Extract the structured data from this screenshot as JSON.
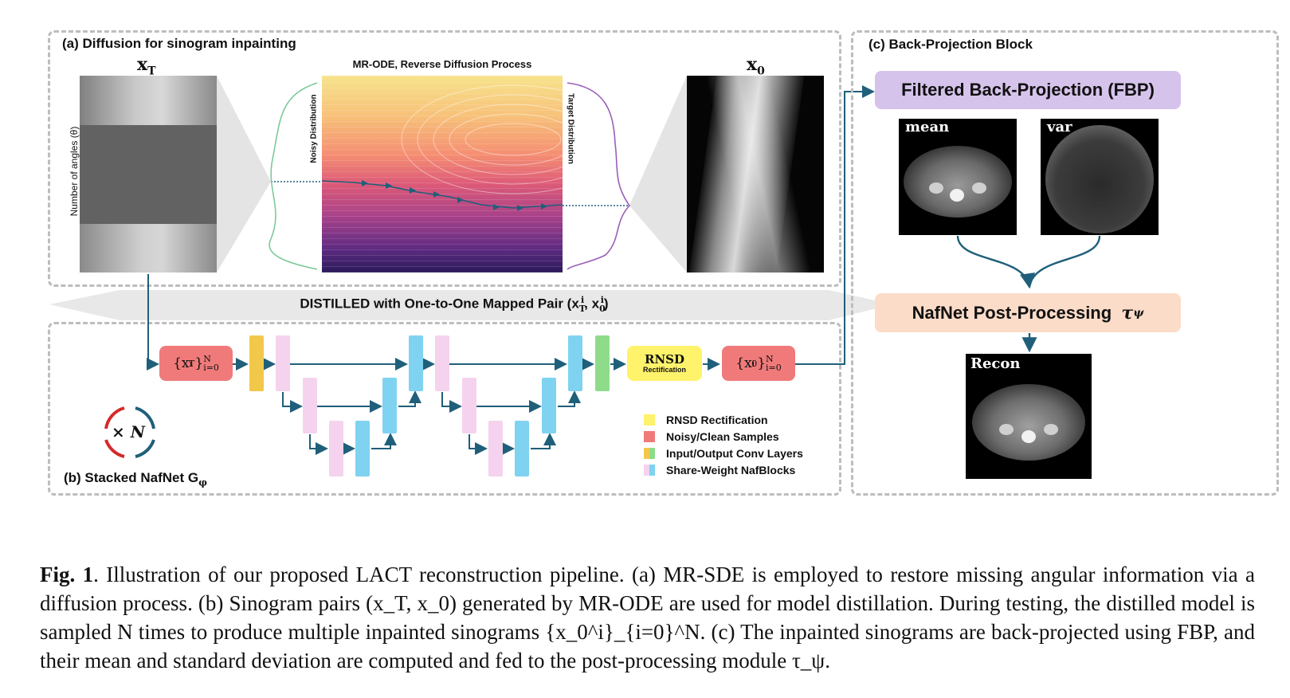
{
  "panel_a": {
    "title": "(a) Diffusion for sinogram inpainting",
    "xt_label": "x",
    "xt_sub": "T",
    "x0_label": "x",
    "x0_sub": "0",
    "ode_title": "MR-ODE, Reverse Diffusion Process",
    "y_axis_label": "Number of angles (θ)",
    "noisy_label": "Noisy Distribution",
    "target_label": "Target Distribution"
  },
  "distilled": {
    "text": "DISTILLED with One-to-One Mapped Pair (x",
    "sub1": "T",
    "sup1": "i",
    "mid": ", x",
    "sub2": "0",
    "sup2": "i",
    "end": ")"
  },
  "panel_b": {
    "title": "(b) Stacked NafNet G",
    "title_sub": "φ",
    "input_box": {
      "main": "{x",
      "sup": "i",
      "sub": "T",
      "close": "}",
      "lim_sup": "N",
      "lim_sub": "i=0"
    },
    "output_box": {
      "main": "{x",
      "sup": "i",
      "sub": "0",
      "close": "}",
      "lim_sup": "N",
      "lim_sub": "i=0"
    },
    "rnsd_title": "RNSD",
    "rnsd_sub": "Rectification",
    "times_n": "× N",
    "legend": [
      {
        "label": "RNSD Rectification",
        "color": "#fff36b"
      },
      {
        "label": "Noisy/Clean Samples",
        "color": "#f07a7a"
      },
      {
        "label": "Input/Output Conv Layers",
        "color": "#f2c84b"
      },
      {
        "label": "Share-Weight NafBlocks",
        "color": "#7fd3f0"
      }
    ]
  },
  "panel_c": {
    "title": "(c) Back-Projection Block",
    "fbp_label": "Filtered Back-Projection (FBP)",
    "mean_label": "mean",
    "var_label": "var",
    "nafnet_label": "NafNet Post-Processing",
    "nafnet_symbol": "τ",
    "nafnet_sub": "ψ",
    "recon_label": "Recon"
  },
  "colors": {
    "arrow": "#1f5f7a",
    "fbp_bg": "#d6c3ec",
    "nafnet_bg": "#fbdcc8",
    "conv_orange": "#f2c84b",
    "conv_green": "#8edc8a",
    "naf_blue": "#7fd3f0",
    "naf_pink": "#f5d3ee",
    "sample_red": "#f07a7a",
    "rnsd_yellow": "#fff36b"
  },
  "caption": {
    "fig": "Fig. 1",
    "text": ". Illustration of our proposed LACT reconstruction pipeline. (a) MR-SDE is employed to restore missing angular information via a diffusion process. (b) Sinogram pairs (x_T, x_0) generated by MR-ODE are used for model distillation. During testing, the distilled model is sampled N times to produce multiple inpainted sinograms {x_0^i}_{i=0}^N. (c) The inpainted sinograms are back-projected using FBP, and their mean and standard deviation are computed and fed to the post-processing module τ_ψ."
  }
}
